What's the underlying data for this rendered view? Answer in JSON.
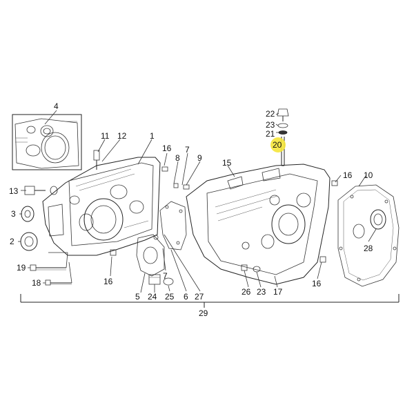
{
  "part_labels": {
    "p1": "1",
    "p2": "2",
    "p3": "3",
    "p4": "4",
    "p5": "5",
    "p6": "6",
    "p7a": "7",
    "p7b": "7",
    "p8": "8",
    "p9": "9",
    "p10": "10",
    "p11": "11",
    "p12": "12",
    "p13": "13",
    "p15": "15",
    "p16a": "16",
    "p16b": "16",
    "p16c": "16",
    "p16d": "16",
    "p17": "17",
    "p18": "18",
    "p19": "19",
    "p20": "20",
    "p21": "21",
    "p22": "22",
    "p23a": "23",
    "p23b": "23",
    "p24": "24",
    "p25": "25",
    "p26": "26",
    "p27": "27",
    "p28": "28",
    "p29": "29"
  },
  "highlight_color": "#f5e63a"
}
